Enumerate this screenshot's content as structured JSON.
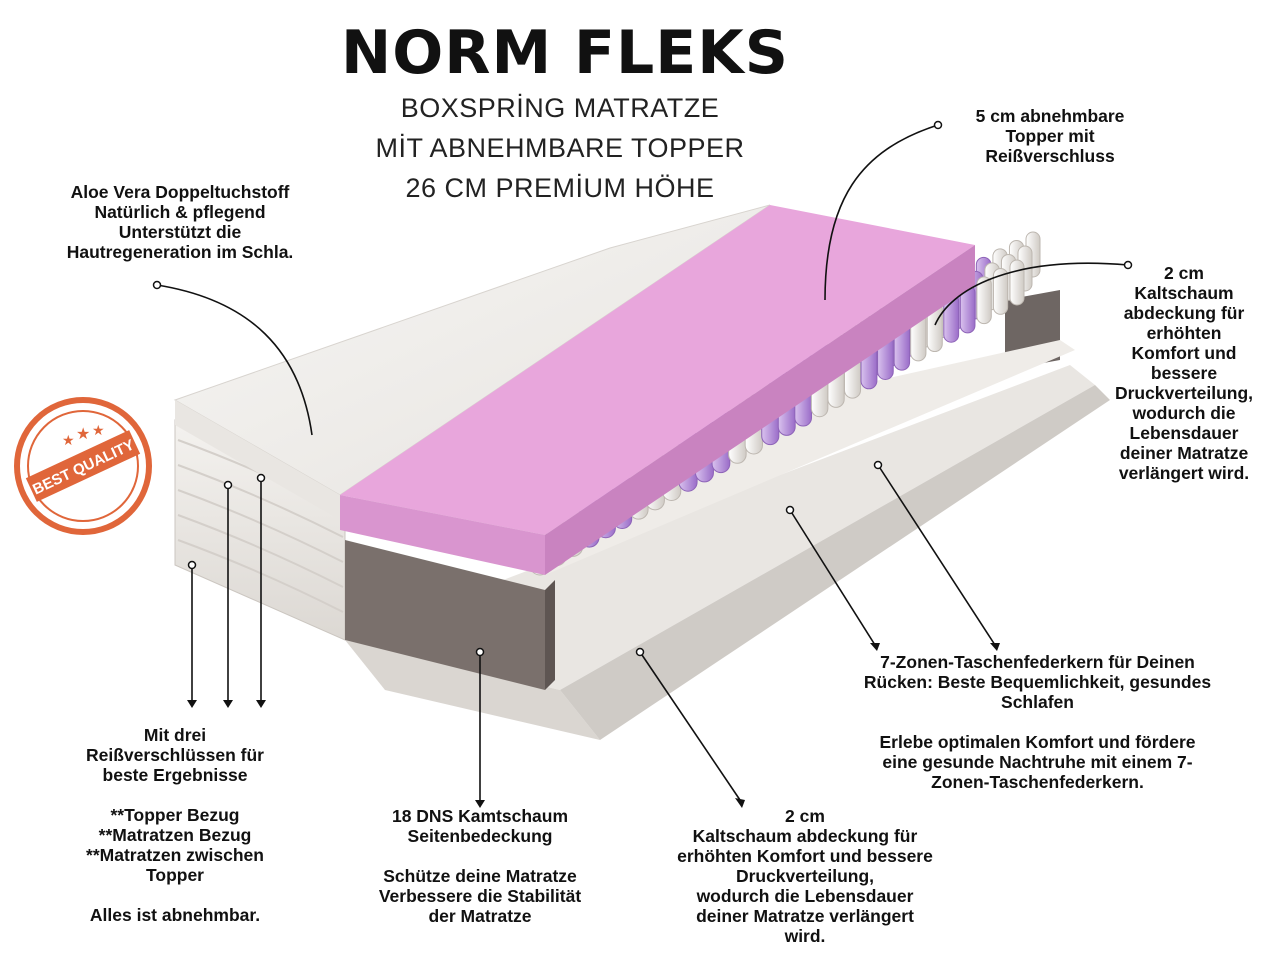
{
  "product": {
    "name": "NORM FLEKS",
    "subtitle_lines": [
      "BOXSPRİNG MATRATZE",
      "MİT ABNEHMBARE TOPPER",
      "26 CM PREMİUM HÖHE"
    ]
  },
  "badge": {
    "text": "BEST QUALITY",
    "color": "#e0663a"
  },
  "colors": {
    "topper_pink": "#e8a6dc",
    "spring_purple": "#b38ad6",
    "foam_gray": "#7a706c"
  },
  "callouts": {
    "aloe": [
      "Aloe Vera Doppeltuchstoff",
      "Natürlich & pflegend",
      "Unterstützt die",
      "Hautregeneration im Schla."
    ],
    "topper": [
      "5 cm abnehmbare",
      "Topper mit",
      "Reißverschluss"
    ],
    "kaltschaum_right": [
      "2 cm",
      "Kaltschaum",
      "abdeckung für",
      "erhöhten",
      "Komfort und",
      "bessere",
      "Druckverteilung,",
      "wodurch die",
      "Lebensdauer",
      "deiner Matratze",
      "verlängert wird."
    ],
    "zippers": [
      "Mit drei",
      "Reißverschlüssen für",
      "beste Ergebnisse"
    ],
    "zippers_list": [
      "**Topper Bezug",
      "**Matratzen Bezug",
      "**Matratzen zwischen",
      "Topper"
    ],
    "zippers_note": "Alles ist abnehmbar.",
    "dns": [
      "18 DNS Kamtschaum",
      "Seitenbedeckung"
    ],
    "dns_extra": [
      "Schütze deine Matratze",
      "Verbessere die Stabilität",
      "der Matratze"
    ],
    "kaltschaum_bottom": [
      "2 cm",
      "Kaltschaum abdeckung für",
      "erhöhten Komfort und bessere",
      "Druckverteilung,",
      "wodurch die Lebensdauer",
      "deiner Matratze verlängert",
      "wird."
    ],
    "zones": [
      "7-Zonen-Taschenfederkern für Deinen",
      "Rücken: Beste Bequemlichkeit, gesundes",
      "Schlafen"
    ],
    "zones_extra": [
      "Erlebe optimalen Komfort und fördere",
      "eine gesunde Nachtruhe mit einem 7-",
      "Zonen-Taschenfederkern."
    ]
  }
}
